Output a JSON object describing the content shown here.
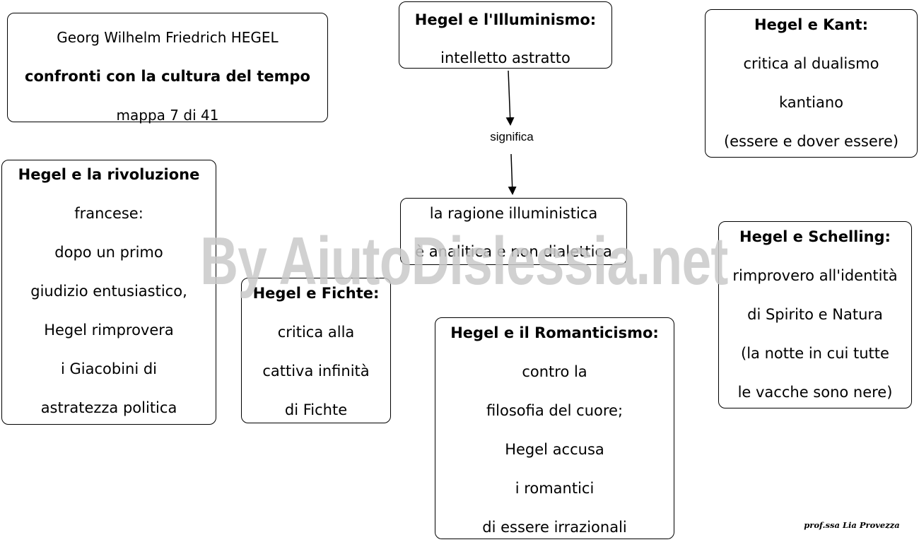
{
  "title_box": {
    "author": "Georg Wilhelm Friedrich HEGEL",
    "topic": "confronti con la cultura del tempo",
    "map_number": "mappa 7 di 41"
  },
  "illuminismo": {
    "title": "Hegel e l'Illuminismo:",
    "text": "intelletto astratto"
  },
  "link_label": "significa",
  "ragione": {
    "line1": "la ragione illuministica",
    "line2": "è analitica e non dialettica"
  },
  "kant": {
    "title": "Hegel e Kant:",
    "line1": "critica al dualismo",
    "line2": "kantiano",
    "line3": "(essere e dover essere)"
  },
  "rivoluzione": {
    "title": "Hegel e la rivoluzione",
    "lines": [
      "francese:",
      "dopo un primo",
      "giudizio entusiastico,",
      "Hegel rimprovera",
      "i Giacobini di",
      "astratezza politica"
    ]
  },
  "fichte": {
    "title": "Hegel e Fichte:",
    "lines": [
      "critica alla",
      "cattiva infinità",
      "di Fichte"
    ]
  },
  "romanticismo": {
    "title": "Hegel e il Romanticismo:",
    "lines": [
      "contro la",
      "filosofia del cuore;",
      "Hegel accusa",
      "i romantici",
      "di essere irrazionali"
    ]
  },
  "schelling": {
    "title": "Hegel e Schelling:",
    "lines": [
      "rimprovero all'identità",
      "di Spirito e Natura",
      "(la notte in cui tutte",
      "le vacche sono nere)"
    ]
  },
  "watermark": "By AiutoDislessia.net",
  "signature": "prof.ssa Lia Provezza"
}
